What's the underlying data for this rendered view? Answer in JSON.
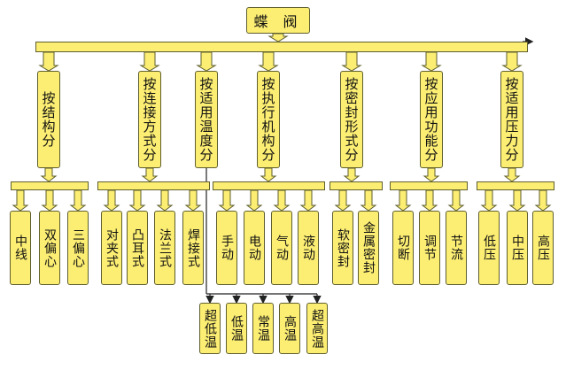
{
  "root": {
    "label": "蝶 阀"
  },
  "categories": [
    {
      "label": "按结构分",
      "children": [
        "中线",
        "双偏心",
        "三偏心"
      ]
    },
    {
      "label": "按连接方式分",
      "children": [
        "对夹式",
        "凸耳式",
        "法兰式",
        "焊接式"
      ]
    },
    {
      "label": "按适用温度分",
      "children": [
        "超低温",
        "低温",
        "常温",
        "高温",
        "超高温"
      ]
    },
    {
      "label": "按执行机构分",
      "children": [
        "手动",
        "电动",
        "气动",
        "液动"
      ]
    },
    {
      "label": "按密封形式分",
      "children": [
        "软密封",
        "金属密封"
      ]
    },
    {
      "label": "按应用功能分",
      "children": [
        "切断",
        "调节",
        "节流"
      ]
    },
    {
      "label": "按适用压力分",
      "children": [
        "低压",
        "中压",
        "高压"
      ]
    }
  ],
  "colors": {
    "box_fill": "#FCEE73",
    "box_border": "#5e5e2e",
    "arrow": "#222222"
  }
}
